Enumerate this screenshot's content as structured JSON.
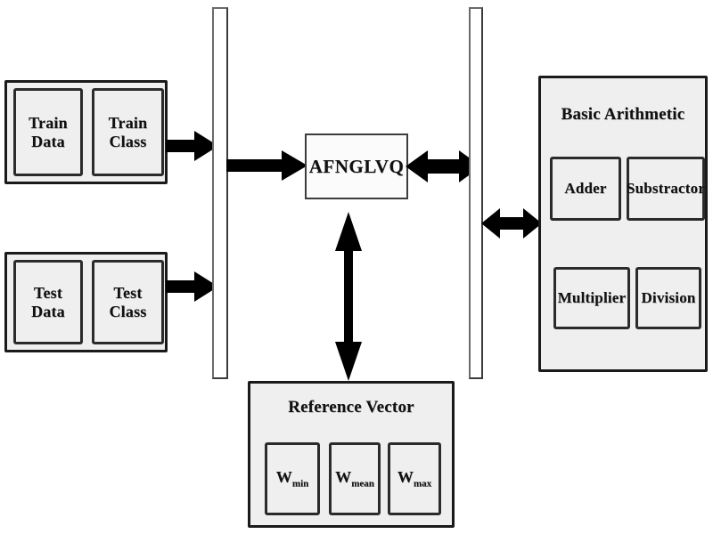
{
  "diagram": {
    "title": "AFNGLVQ system block diagram",
    "colors": {
      "background": "#ffffff",
      "block_fill": "#efefef",
      "block_stroke": "#1a1a1a",
      "processor_fill": "#fbfbfb",
      "bus_fill": "#ffffff",
      "bus_stroke": "#6b6b6b",
      "arrow": "#000000",
      "text": "#111111"
    }
  },
  "inputs": {
    "train": {
      "name": "train-data-group",
      "cells": [
        {
          "line1": "Train",
          "line2": "Data"
        },
        {
          "line1": "Train",
          "line2": "Class"
        }
      ],
      "arrow": {
        "name": "train-to-bus-arrow",
        "direction": "right"
      }
    },
    "test": {
      "name": "test-data-group",
      "cells": [
        {
          "line1": "Test",
          "line2": "Data"
        },
        {
          "line1": "Test",
          "line2": "Class"
        }
      ],
      "arrow": {
        "name": "test-to-bus-arrow",
        "direction": "right"
      }
    }
  },
  "buses": {
    "left": {
      "name": "left-bus-bar",
      "label": ""
    },
    "right": {
      "name": "right-bus-bar",
      "label": ""
    }
  },
  "processor": {
    "label": "AFNGLVQ"
  },
  "arrows": {
    "bus_to_processor": {
      "direction": "right"
    },
    "processor_to_right_bus": {
      "direction": "both"
    },
    "right_bus_to_arithmetic": {
      "direction": "both"
    },
    "processor_to_reference": {
      "direction": "both-vertical"
    }
  },
  "reference_vector": {
    "title": "Reference Vector",
    "cells": [
      {
        "symbol": "W",
        "subscript": "min"
      },
      {
        "symbol": "W",
        "subscript": "mean"
      },
      {
        "symbol": "W",
        "subscript": "max"
      }
    ]
  },
  "basic_arithmetic": {
    "title": "Basic Arithmetic",
    "cells": [
      {
        "label": "Adder"
      },
      {
        "label": "Substractor"
      },
      {
        "label": "Multiplier"
      },
      {
        "label": "Division"
      }
    ]
  }
}
